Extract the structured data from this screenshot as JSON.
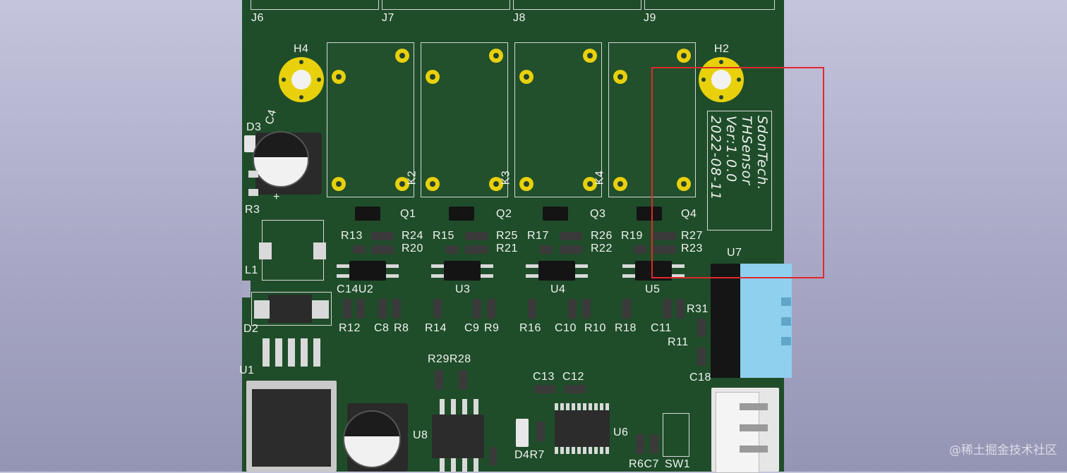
{
  "labels": {
    "j6": "J6",
    "j7": "J7",
    "j8": "J8",
    "j9": "J9",
    "h4": "H4",
    "h2": "H2",
    "d3": "D3",
    "c4": "C4",
    "r3": "R3",
    "l1": "L1",
    "d2": "D2",
    "u1": "U1",
    "k2": "K2",
    "k3": "K3",
    "k4": "K4",
    "q1": "Q1",
    "q2": "Q2",
    "q3": "Q3",
    "q4": "Q4",
    "r13": "R13",
    "r24": "R24",
    "r20": "R20",
    "r15": "R15",
    "r25": "R25",
    "r21": "R21",
    "r17": "R17",
    "r26": "R26",
    "r22": "R22",
    "r19": "R19",
    "r27": "R27",
    "r23": "R23",
    "u7": "U7",
    "c14u2": "C14U2",
    "u3": "U3",
    "u4": "U4",
    "u5": "U5",
    "r12": "R12",
    "c8": "C8",
    "r8": "R8",
    "r14": "R14",
    "c9": "C9",
    "r9": "R9",
    "r16": "R16",
    "c10": "C10",
    "r10": "R10",
    "r18": "R18",
    "c11": "C11",
    "r31": "R31",
    "r11": "R11",
    "c18": "C18",
    "r29r28": "R29R28",
    "c13": "C13",
    "c12": "C12",
    "u8": "U8",
    "u6": "U6",
    "d4r7": "D4R7",
    "r6c7": "R6C7",
    "sw1": "SW1"
  },
  "board_text": {
    "line1": "SdonTech.",
    "line2": "THSensor",
    "line3": "Ver:1.0.0",
    "line4": "2022-08-11"
  },
  "watermark": "@稀土掘金技术社区",
  "colors": {
    "pcb": "#1f4d2a",
    "pad_gold": "#e8d10a",
    "silkscreen": "#f2f2f2",
    "annotation": "#e0282c",
    "sensor": "#8fd0ef"
  }
}
